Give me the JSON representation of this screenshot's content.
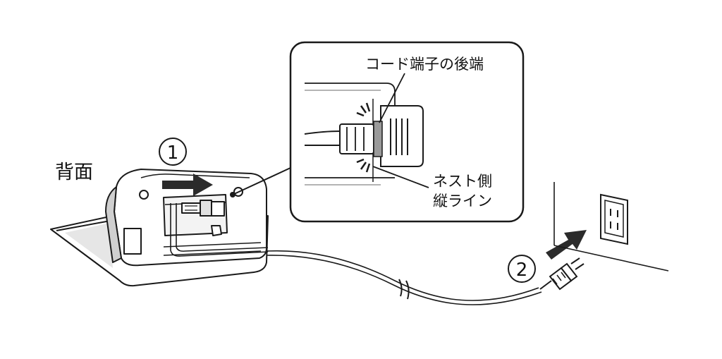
{
  "labels": {
    "back_view": "背面",
    "cord_end": "コード端子の後端",
    "nest_line_1": "ネスト側",
    "nest_line_2": "縦ライン",
    "step1": "1",
    "step2": "2"
  },
  "colors": {
    "stroke": "#1a1a1a",
    "arrow": "#2b2b2b",
    "shade": "#9a9a9a",
    "light_shade": "#dcdcdc"
  },
  "icons": [
    "arrow-right-icon",
    "arrow-diagonal-icon",
    "power-plug-icon",
    "wall-outlet-icon"
  ]
}
